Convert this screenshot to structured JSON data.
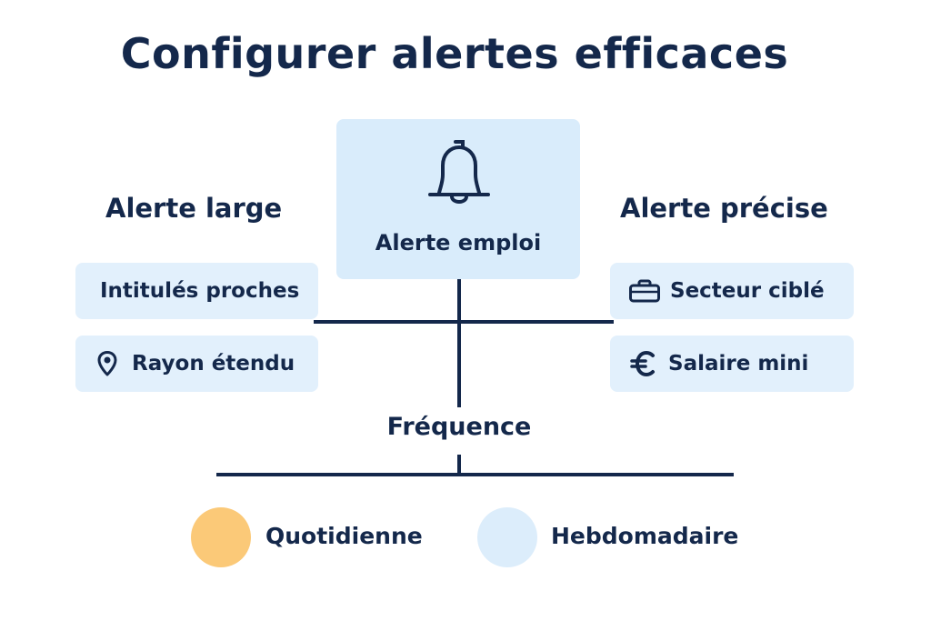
{
  "title": "Configurer alertes efficaces",
  "center": {
    "label": "Alerte emploi",
    "icon": "bell-icon"
  },
  "left_group": {
    "heading": "Alerte large",
    "items": [
      {
        "label": "Intitulés proches",
        "icon": ""
      },
      {
        "label": "Rayon étendu",
        "icon": "map-pin-icon"
      }
    ]
  },
  "right_group": {
    "heading": "Alerte précise",
    "items": [
      {
        "label": "Secteur ciblé",
        "icon": "briefcase-icon"
      },
      {
        "label": "Salaire mini",
        "icon": "euro-icon"
      }
    ]
  },
  "frequency": {
    "label": "Fréquence",
    "options": [
      {
        "label": "Quotidienne",
        "color": "#fbc978"
      },
      {
        "label": "Hebdomadaire",
        "color": "#dcedfb"
      }
    ]
  },
  "colors": {
    "text": "#14284b",
    "box_fill": "#d9ecfb",
    "chip_fill": "#e2f0fc",
    "line": "#14284b"
  }
}
